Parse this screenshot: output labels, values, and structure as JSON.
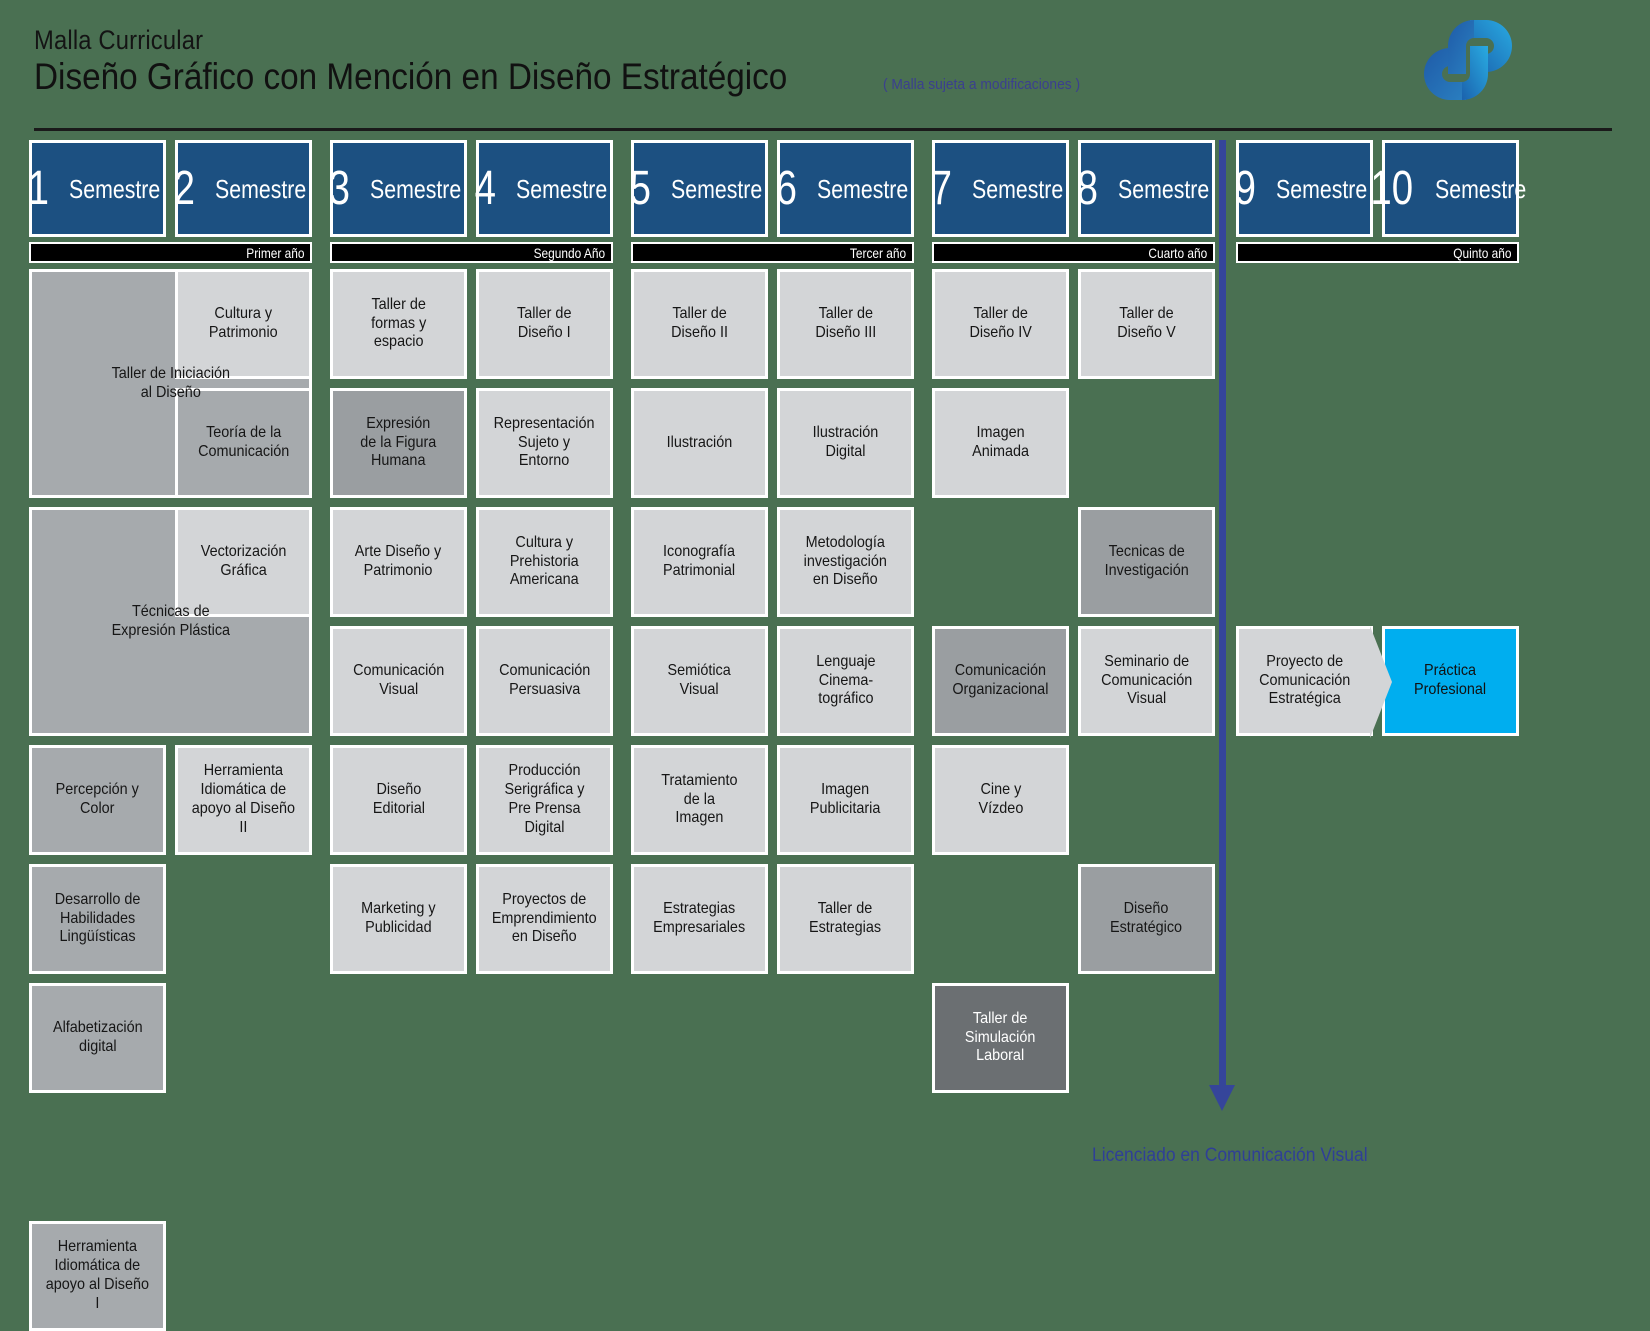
{
  "header": {
    "kicker": "Malla Curricular",
    "title": "Diseño Gráfico con Mención en Diseño Estratégico",
    "note": "( Malla sujeta a modificaciones )",
    "logo_name": "institution-logo",
    "logo_color_dark": "#1f5ba8",
    "logo_color_light": "#29abe2"
  },
  "theme": {
    "background": "#4a7052",
    "semester_header": "#1c5081",
    "year_bar": "#000000",
    "course_light": "#d3d5d7",
    "course_mid": "#a6aaad",
    "course_dark": "#9a9ea1",
    "course_charcoal": "#6b6f72",
    "highlight_cyan": "#00aeef",
    "arrow_blue": "#35459a",
    "note_blue": "#3b3f8f"
  },
  "semester_word": "Semestre",
  "groups": [
    {
      "year_label": "Primer año",
      "semesters": [
        "1",
        "2"
      ],
      "columns": [
        [
          {
            "label": "Taller de Iniciación\nal Diseño",
            "tone": "mid",
            "span": 2
          },
          {
            "label": "Técnicas de\nExpresión Plástica",
            "tone": "mid",
            "span": 2
          },
          {
            "label": "Percepción y\nColor",
            "tone": "mid"
          },
          {
            "label": "Desarrollo de\nHabilidades\nLingüísticas",
            "tone": "mid"
          },
          {
            "label": "Alfabetización\ndigital",
            "tone": "mid"
          },
          {
            "label": "",
            "tone": "empty"
          },
          {
            "label": "Herramienta\nIdiomática de\napoyo al Diseño\nI",
            "tone": "mid"
          }
        ],
        [
          {
            "label": "Cultura y\nPatrimonio",
            "tone": "light"
          },
          {
            "label": "Teoría de la\nComunicación",
            "tone": "mid"
          },
          {
            "label": "Vectorización\nGráfica",
            "tone": "light"
          },
          {
            "label": "",
            "tone": "empty"
          },
          {
            "label": "Herramienta\nIdiomática de\napoyo al Diseño\nII",
            "tone": "light"
          }
        ]
      ]
    },
    {
      "year_label": "Segundo Año",
      "semesters": [
        "3",
        "4"
      ],
      "columns": [
        [
          {
            "label": "Taller de\nformas y\nespacio",
            "tone": "light"
          },
          {
            "label": "Expresión\nde la Figura\nHumana",
            "tone": "dark"
          },
          {
            "label": "Arte Diseño y\nPatrimonio",
            "tone": "light"
          },
          {
            "label": "Comunicación\nVisual",
            "tone": "light"
          },
          {
            "label": "Diseño\nEditorial",
            "tone": "light"
          },
          {
            "label": "Marketing y\nPublicidad",
            "tone": "light"
          }
        ],
        [
          {
            "label": "Taller de\nDiseño I",
            "tone": "light"
          },
          {
            "label": "Representación\nSujeto y\nEntorno",
            "tone": "light"
          },
          {
            "label": "Cultura y\nPrehistoria\nAmericana",
            "tone": "light"
          },
          {
            "label": "Comunicación\nPersuasiva",
            "tone": "light"
          },
          {
            "label": "Producción\nSerigráfica y\nPre Prensa Digital",
            "tone": "light"
          },
          {
            "label": "Proyectos de\nEmprendimiento\nen Diseño",
            "tone": "light"
          }
        ]
      ]
    },
    {
      "year_label": "Tercer año",
      "semesters": [
        "5",
        "6"
      ],
      "columns": [
        [
          {
            "label": "Taller de\nDiseño II",
            "tone": "light"
          },
          {
            "label": "Ilustración",
            "tone": "light"
          },
          {
            "label": "Iconografía\nPatrimonial",
            "tone": "light"
          },
          {
            "label": "Semiótica\nVisual",
            "tone": "light"
          },
          {
            "label": "Tratamiento\nde la\nImagen",
            "tone": "light"
          },
          {
            "label": "Estrategias\nEmpresariales",
            "tone": "light"
          }
        ],
        [
          {
            "label": "Taller de\nDiseño III",
            "tone": "light"
          },
          {
            "label": "Ilustración\nDigital",
            "tone": "light"
          },
          {
            "label": "Metodología\ninvestigación\nen Diseño",
            "tone": "light"
          },
          {
            "label": "Lenguaje\nCinema-\ntográfico",
            "tone": "light"
          },
          {
            "label": "Imagen\nPublicitaria",
            "tone": "light"
          },
          {
            "label": "Taller de\nEstrategias",
            "tone": "light"
          }
        ]
      ]
    },
    {
      "year_label": "Cuarto año",
      "semesters": [
        "7",
        "8"
      ],
      "columns": [
        [
          {
            "label": "Taller de\nDiseño IV",
            "tone": "light"
          },
          {
            "label": "Imagen\nAnimada",
            "tone": "light"
          },
          {
            "label": "",
            "tone": "empty"
          },
          {
            "label": "Comunicación\nOrganizacional",
            "tone": "dark"
          },
          {
            "label": "Cine y\nVízdeo",
            "tone": "light"
          },
          {
            "label": "",
            "tone": "empty"
          },
          {
            "label": "Taller de\nSimulación\nLaboral",
            "tone": "charcoal"
          }
        ],
        [
          {
            "label": "Taller de\nDiseño V",
            "tone": "light"
          },
          {
            "label": "",
            "tone": "empty"
          },
          {
            "label": "Tecnicas de\nInvestigación",
            "tone": "dark"
          },
          {
            "label": "Seminario de\nComunicación\nVisual",
            "tone": "light"
          },
          {
            "label": "",
            "tone": "empty"
          },
          {
            "label": "Diseño\nEstratégico",
            "tone": "dark"
          }
        ]
      ]
    },
    {
      "year_label": "Quinto año",
      "semesters": [
        "9",
        "10"
      ],
      "columns": [
        [
          {
            "label": "",
            "tone": "empty"
          },
          {
            "label": "",
            "tone": "empty"
          },
          {
            "label": "",
            "tone": "empty"
          },
          {
            "label": "Proyecto de\nComunicación\nEstratégica",
            "tone": "light"
          }
        ],
        [
          {
            "label": "",
            "tone": "empty"
          },
          {
            "label": "",
            "tone": "empty"
          },
          {
            "label": "",
            "tone": "empty"
          },
          {
            "label": "Práctica\nProfesional",
            "tone": "cyan"
          }
        ]
      ]
    }
  ],
  "footer": {
    "degree": "Licenciado en Comunicación Visual"
  }
}
